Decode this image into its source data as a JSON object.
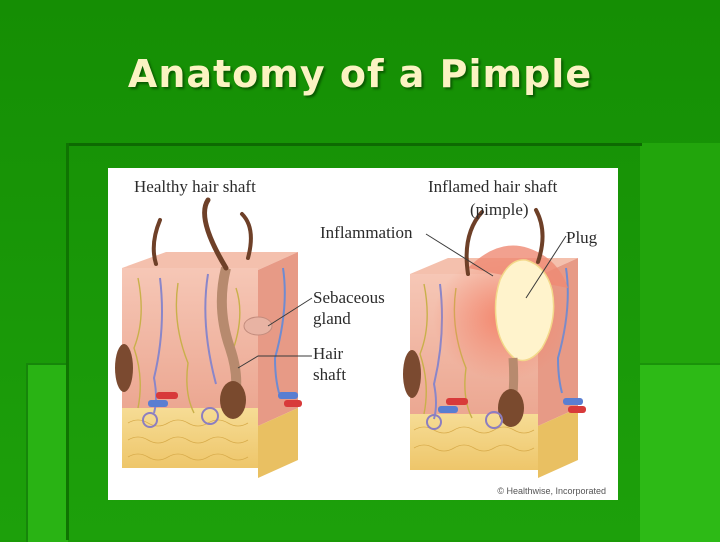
{
  "slide": {
    "title": "Anatomy of a Pimple"
  },
  "figure": {
    "left_panel": {
      "heading": "Healthy hair shaft",
      "labels": {
        "sebaceous_line1": "Sebaceous",
        "sebaceous_line2": "gland",
        "hair_line1": "Hair",
        "hair_line2": "shaft"
      }
    },
    "right_panel": {
      "heading_line1": "Inflamed hair shaft",
      "heading_line2": "(pimple)",
      "labels": {
        "inflammation": "Inflammation",
        "plug": "Plug"
      }
    },
    "credit": "© Healthwise, Incorporated"
  },
  "colors": {
    "background_green": "#1a9a06",
    "title_cream": "#fbf3c2",
    "skin_pink": "#f1b3a0",
    "fat_yellow": "#f2d37f",
    "hair_brown": "#7a4a2e",
    "gland": "#c89a95",
    "inflammation_red": "#e2553c",
    "plug_cream": "#fff4cf"
  }
}
